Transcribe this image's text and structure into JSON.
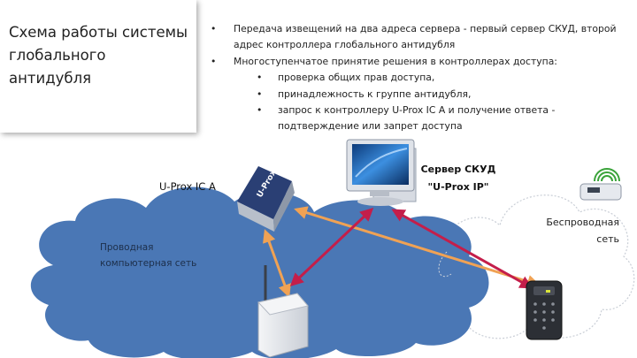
{
  "title": "Схема работы системы глобального антидубля",
  "bullets": [
    {
      "text": "Передача извещений на два адреса сервера - первый сервер СКУД, второй адрес контроллера глобального антидубля"
    },
    {
      "text": "Многоступенчатое принятие решения в контроллерах доступа:",
      "sub": [
        "проверка общих прав доступа,",
        "принадлежность к группе антидубля,",
        "запрос к контроллеру U-Prox IC A и получение ответа - подтверждение или запрет доступа"
      ]
    }
  ],
  "labels": {
    "controller": "U-Prox  IC A",
    "server_line1": "Сервер СКУД",
    "server_line2": "\"U-Prox IP\"",
    "wired_network": "Проводная компьютерная сеть",
    "wireless_network": "Беспроводная сеть"
  },
  "colors": {
    "cloud": "#4a77b5",
    "arrow_orange": "#f0a254",
    "arrow_crimson": "#c41e4a",
    "device_body": "#e4e7ec",
    "monitor_screen": "#1f5fa8"
  },
  "icons": {
    "controller": "router-device-icon",
    "server": "desktop-computer-icon",
    "access_point": "wireless-access-point-icon",
    "wireless_node": "wireless-node-icon",
    "keypad_reader": "keypad-reader-icon"
  }
}
